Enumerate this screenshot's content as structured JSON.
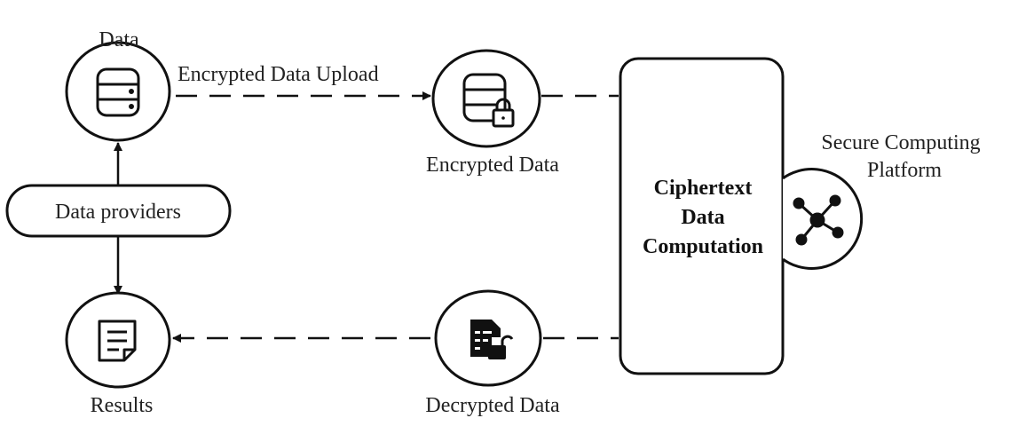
{
  "colors": {
    "stroke": "#111111",
    "text": "#222222",
    "background": "#ffffff"
  },
  "nodes": {
    "data": {
      "label": "Data",
      "icon": "database-icon"
    },
    "encrypted_data": {
      "label": "Encrypted Data",
      "icon": "locked-database-icon"
    },
    "data_providers": {
      "label": "Data providers"
    },
    "results": {
      "label": "Results",
      "icon": "document-icon"
    },
    "decrypted_data": {
      "label": "Decrypted Data",
      "icon": "unlocked-document-icon"
    },
    "computation": {
      "line1": "Ciphertext",
      "line2": "Data",
      "line3": "Computation"
    },
    "platform": {
      "line1": "Secure Computing",
      "line2": "Platform",
      "icon": "network-hub-icon"
    }
  },
  "edges": {
    "upload": {
      "label": "Encrypted Data Upload"
    }
  }
}
